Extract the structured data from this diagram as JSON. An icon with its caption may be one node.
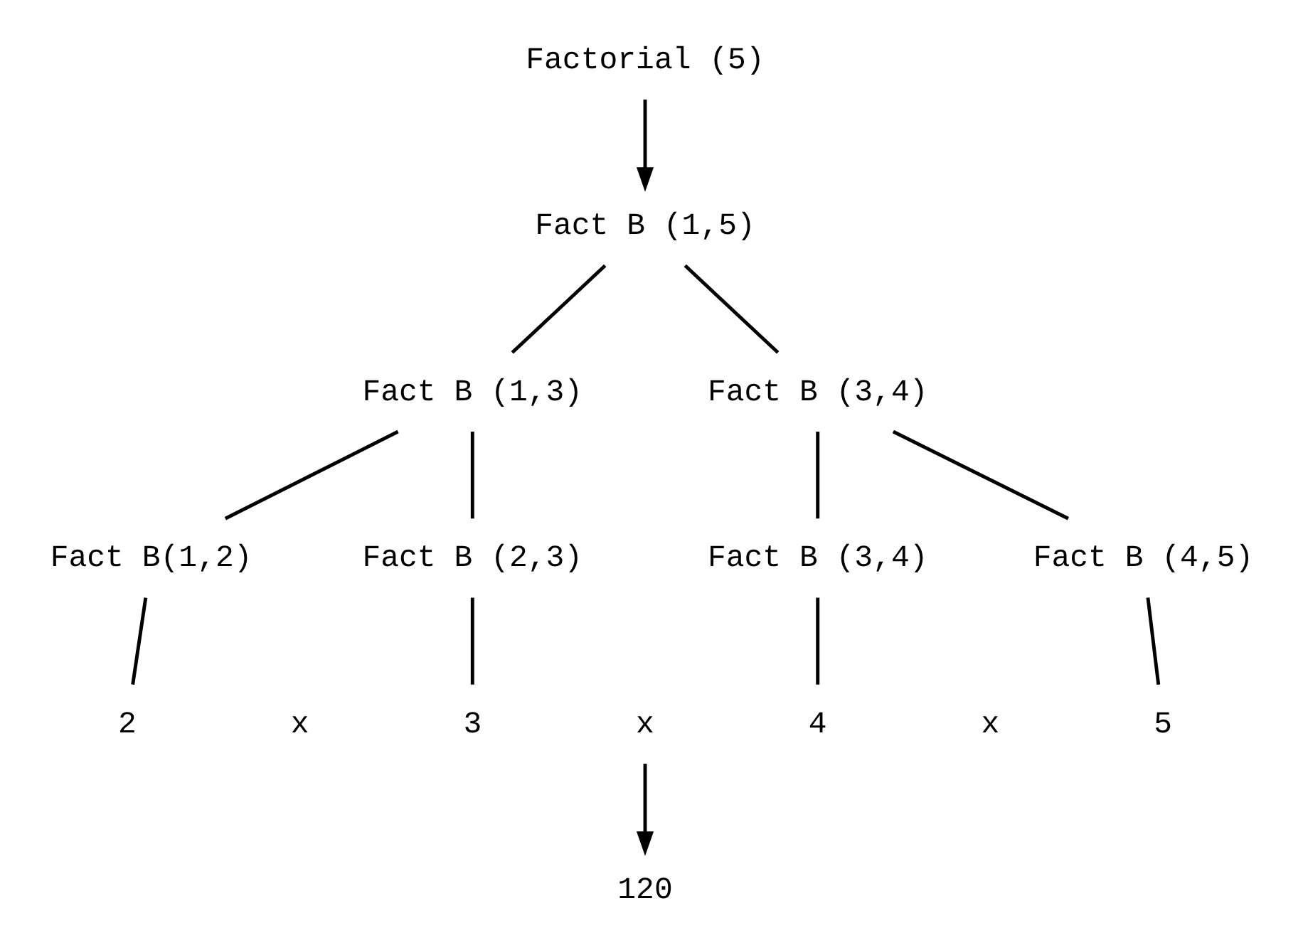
{
  "diagram": {
    "nodes": [
      {
        "text": [
          "Factorial (5)"
        ]
      },
      {
        "text": [
          "Fact B (1,5)"
        ]
      },
      {
        "text": [
          "Fact B (1,3)"
        ]
      },
      {
        "text": [
          "Fact B (3,4)"
        ]
      },
      {
        "text": [
          "Fact B(1,2)"
        ]
      },
      {
        "text": [
          "Fact B (2,3)"
        ]
      },
      {
        "text": [
          "Fact B (3,4)"
        ]
      },
      {
        "text": [
          "Fact B (4,5)"
        ]
      },
      {
        "text": [
          "2"
        ]
      },
      {
        "text": [
          "3"
        ]
      },
      {
        "text": [
          "x"
        ]
      },
      {
        "text": [
          "4"
        ]
      },
      {
        "text": [
          "5"
        ]
      },
      {
        "text": [
          "120"
        ]
      }
    ],
    "edges": [
      {
        "from": 0,
        "to": 1,
        "arrow": "to"
      },
      {
        "from": 1,
        "to": 2,
        "arrow": "none"
      },
      {
        "from": 1,
        "to": 3,
        "arrow": "none"
      },
      {
        "from": 2,
        "to": 4,
        "arrow": "none"
      },
      {
        "from": 2,
        "to": 5,
        "arrow": "none"
      },
      {
        "from": 3,
        "to": 6,
        "arrow": "none"
      },
      {
        "from": 3,
        "to": 7,
        "arrow": "none"
      },
      {
        "from": 4,
        "to": 8,
        "arrow": "none"
      },
      {
        "from": 5,
        "to": 9,
        "arrow": "none"
      },
      {
        "from": 6,
        "to": 11,
        "arrow": "none"
      },
      {
        "from": 7,
        "to": 12,
        "arrow": "none"
      },
      {
        "from": 10,
        "to": 13,
        "arrow": "to"
      }
    ],
    "labels": [
      "x",
      "x"
    ]
  }
}
